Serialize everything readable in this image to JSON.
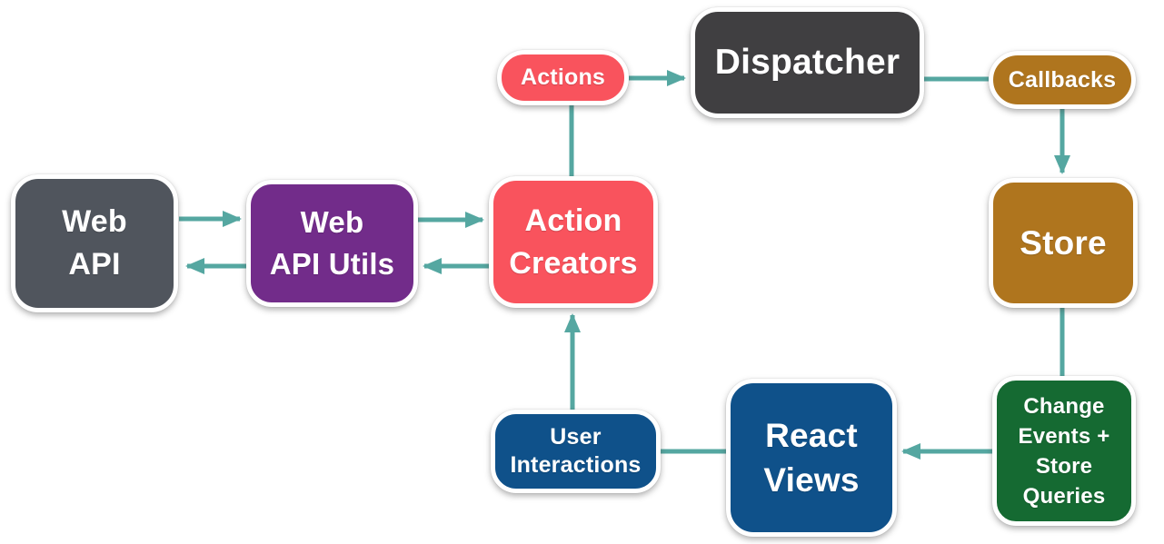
{
  "diagram": {
    "arrow_color": "#55a7a1",
    "background_color": "#ffffff",
    "text_color": "#ffffff",
    "nodes": {
      "web_api": {
        "label": "Web API",
        "lines": [
          "Web",
          "API"
        ],
        "color": "#50555d"
      },
      "web_api_utils": {
        "label": "Web API Utils",
        "lines": [
          "Web",
          "API Utils"
        ],
        "color": "#722c8a"
      },
      "action_creators": {
        "label": "Action Creators",
        "lines": [
          "Action",
          "Creators"
        ],
        "color": "#f9535d"
      },
      "actions": {
        "label": "Actions",
        "color": "#f9535d"
      },
      "dispatcher": {
        "label": "Dispatcher",
        "color": "#403f41"
      },
      "callbacks": {
        "label": "Callbacks",
        "color": "#af751e"
      },
      "store": {
        "label": "Store",
        "color": "#af751e"
      },
      "change_events": {
        "label": "Change Events + Store Queries",
        "lines": [
          "Change",
          "Events +",
          "Store",
          "Queries"
        ],
        "color": "#156a32"
      },
      "react_views": {
        "label": "React Views",
        "lines": [
          "React",
          "Views"
        ],
        "color": "#0f518a"
      },
      "user_interactions": {
        "label": "User Interactions",
        "lines": [
          "User",
          "Interactions"
        ],
        "color": "#0f518a"
      }
    },
    "edges": [
      {
        "from": "Web API",
        "to": "Web API Utils",
        "arrowhead": true
      },
      {
        "from": "Web API Utils",
        "to": "Web API",
        "arrowhead": true
      },
      {
        "from": "Web API Utils",
        "to": "Action Creators",
        "arrowhead": true
      },
      {
        "from": "Action Creators",
        "to": "Web API Utils",
        "arrowhead": true
      },
      {
        "from": "Action Creators",
        "to": "Actions",
        "arrowhead": false
      },
      {
        "from": "Actions",
        "to": "Dispatcher",
        "arrowhead": true
      },
      {
        "from": "Dispatcher",
        "to": "Callbacks",
        "arrowhead": false
      },
      {
        "from": "Callbacks",
        "to": "Store",
        "arrowhead": true
      },
      {
        "from": "Store",
        "to": "Change Events + Store Queries",
        "arrowhead": false
      },
      {
        "from": "Change Events + Store Queries",
        "to": "React Views",
        "arrowhead": true
      },
      {
        "from": "React Views",
        "to": "User Interactions",
        "arrowhead": false
      },
      {
        "from": "User Interactions",
        "to": "Action Creators",
        "arrowhead": true
      }
    ]
  }
}
